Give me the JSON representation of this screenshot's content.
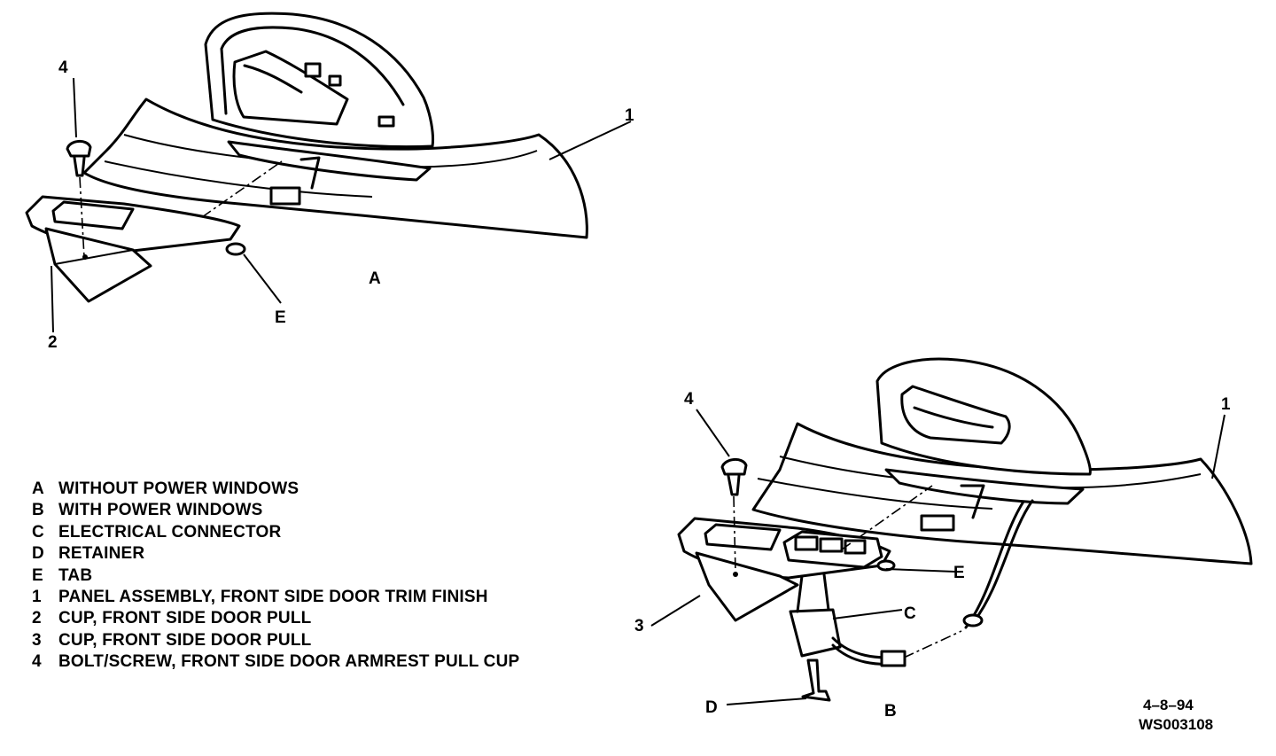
{
  "diagram": {
    "views": [
      {
        "id": "A",
        "label": "A"
      },
      {
        "id": "B",
        "label": "B"
      }
    ],
    "view_a_callouts": {
      "1": "1",
      "2": "2",
      "4": "4",
      "E": "E"
    },
    "view_b_callouts": {
      "1": "1",
      "3": "3",
      "4": "4",
      "C": "C",
      "D": "D",
      "E": "E"
    }
  },
  "legend": [
    {
      "key": "A",
      "text": "WITHOUT POWER WINDOWS"
    },
    {
      "key": "B",
      "text": "WITH POWER WINDOWS"
    },
    {
      "key": "C",
      "text": "ELECTRICAL CONNECTOR"
    },
    {
      "key": "D",
      "text": "RETAINER"
    },
    {
      "key": "E",
      "text": "TAB"
    },
    {
      "key": "1",
      "text": "PANEL ASSEMBLY, FRONT SIDE DOOR TRIM FINISH"
    },
    {
      "key": "2",
      "text": "CUP, FRONT SIDE DOOR PULL"
    },
    {
      "key": "3",
      "text": "CUP, FRONT SIDE DOOR PULL"
    },
    {
      "key": "4",
      "text": "BOLT/SCREW, FRONT SIDE DOOR ARMREST PULL CUP"
    }
  ],
  "footer": {
    "date": "4–8–94",
    "figure_id": "WS003108"
  }
}
